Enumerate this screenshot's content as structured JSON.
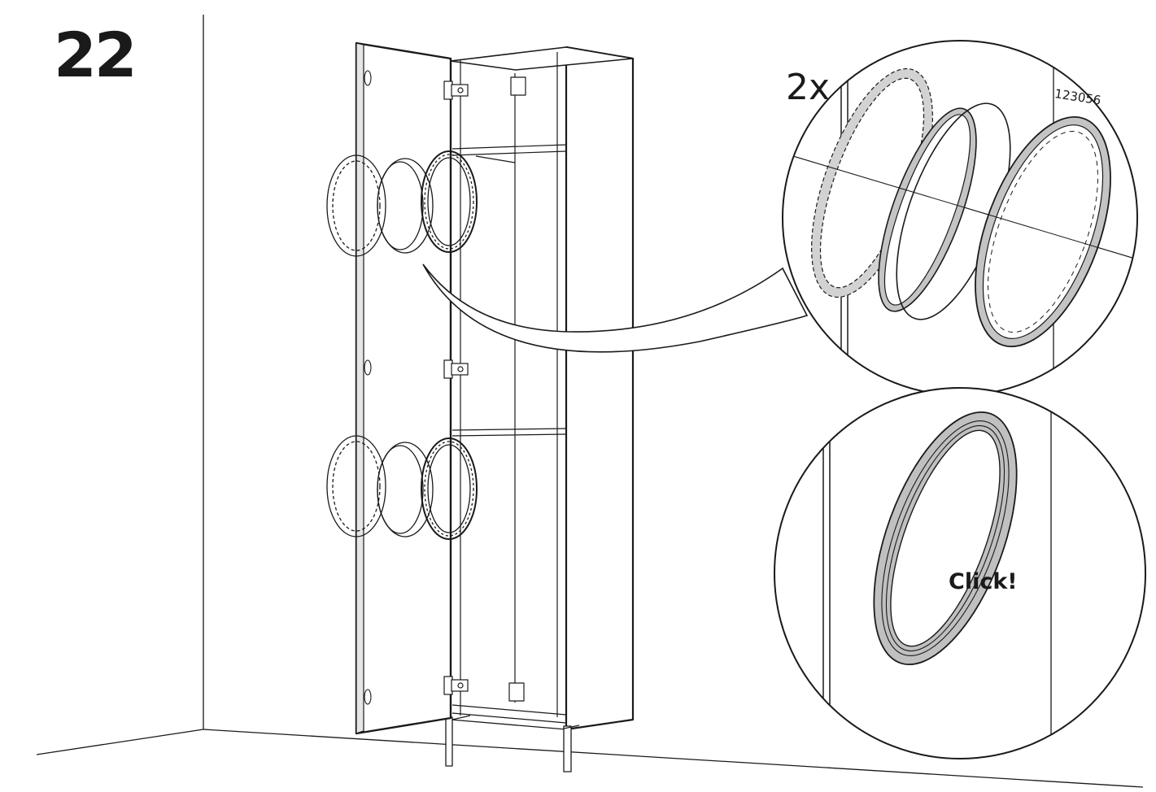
{
  "step": {
    "number": "22"
  },
  "detail_top": {
    "quantity_label": "2x",
    "part_number": "123056"
  },
  "detail_bottom": {
    "action_label": "Click!"
  },
  "colors": {
    "line": "#1a1a1a",
    "ring_fill": "#b9b9b9",
    "background": "#ffffff"
  },
  "icons": [
    "hinge-icon",
    "ring-icon"
  ]
}
